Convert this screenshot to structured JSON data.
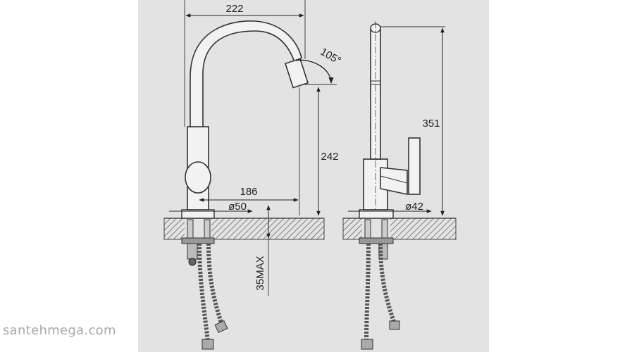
{
  "diagram": {
    "front_view": {
      "width_label": "222",
      "spout_angle_label": "105°",
      "spout_height_label": "242",
      "reach_label": "186",
      "base_diameter_label": "ø50",
      "max_counter_thickness_label": "35MAX"
    },
    "side_view": {
      "total_height_label": "351",
      "base_diameter_label": "ø42"
    }
  },
  "watermark": "santehmega.com",
  "colors": {
    "panel_background": "#e3e3e3",
    "line": "#333333",
    "fill": "#f2f2f2",
    "hatch": "#555555",
    "watermark": "#a9a9a9"
  }
}
